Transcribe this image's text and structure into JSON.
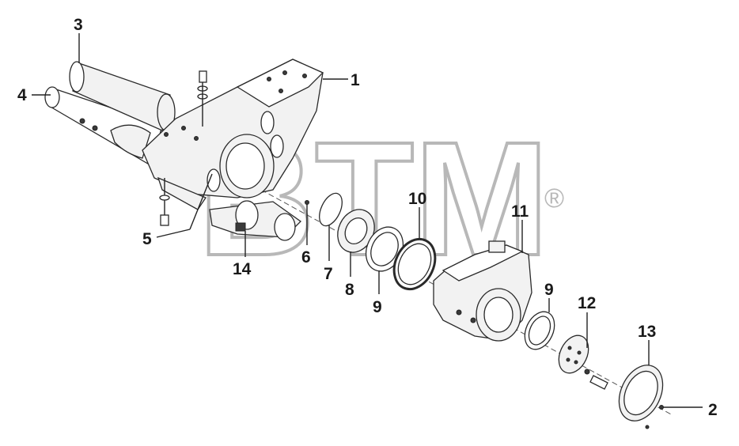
{
  "watermark": {
    "text": "BTM",
    "registered_mark": "®"
  },
  "callouts": {
    "c1": "1",
    "c2": "2",
    "c3": "3",
    "c4": "4",
    "c5": "5",
    "c6": "6",
    "c7": "7",
    "c8": "8",
    "c9a": "9",
    "c9b": "9",
    "c10": "10",
    "c11": "11",
    "c12": "12",
    "c13": "13",
    "c14": "14"
  }
}
